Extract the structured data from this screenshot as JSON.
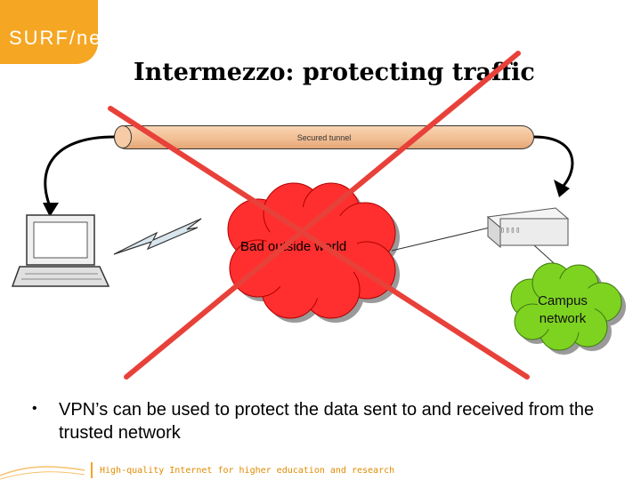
{
  "brand": {
    "logo_text": "SURF/net",
    "accent_color": "#f5a623"
  },
  "slide": {
    "title": "Intermezzo: protecting traffic",
    "bullet": "VPN’s can be used to protect the data sent to and received from the trusted network"
  },
  "diagram": {
    "tunnel_label": "Secured tunnel",
    "cloud_label": "Bad outside world",
    "cloud_color": "#ff3b3b",
    "campus_label": "Campus network",
    "campus_color": "#7ed321",
    "cross_color": "#e8413a",
    "router_icon": "network-router-icon",
    "laptop_icon": "laptop-icon",
    "wireless_icon": "lightning-wireless-icon"
  },
  "footer": {
    "tagline": "High-quality Internet for higher education and research"
  }
}
